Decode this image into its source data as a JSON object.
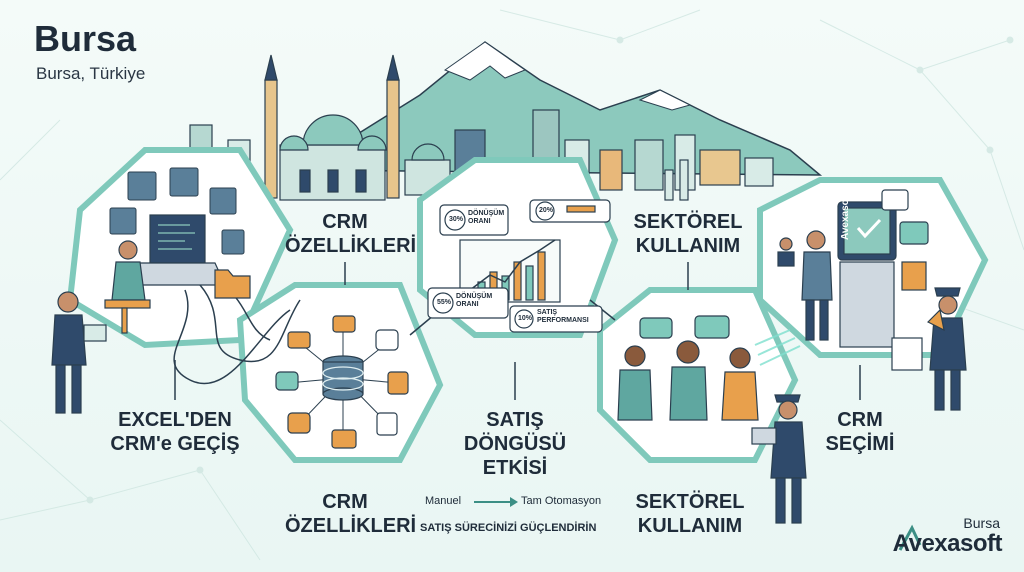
{
  "header": {
    "title": "Bursa",
    "subtitle": "Bursa, Türkiye"
  },
  "sections": {
    "excel": "EXCEL'DEN\nCRM'e GEÇİŞ",
    "features_top": "CRM\nÖZELLİKLERİ",
    "sales": "SATIŞ\nDÖNGÜSÜ\nETKİSİ",
    "sector_top": "SEKTÖREL\nKULLANIM",
    "selection": "CRM\nSEÇİMİ",
    "features_bottom": "CRM\nÖZELLİKLERİ",
    "sector_bottom": "SEKTÖREL\nKULLANIM"
  },
  "automation": {
    "from": "Manuel",
    "to": "Tam Otomasyon",
    "tagline": "SATIŞ SÜRECİNİZİ GÜÇLENDİRİN"
  },
  "dashboard": {
    "badge1_value": "30%",
    "badge1_label": "DÖNÜŞÜM ORANI",
    "badge2_value": "20%",
    "badge3_value": "55%",
    "badge3_label": "DÖNÜŞÜM ORANI",
    "badge4_value": "10%",
    "badge4_label": "SATIŞ PERFORMANSI"
  },
  "kiosk": {
    "screen_text": "Avexasoft"
  },
  "brand": {
    "city": "Bursa",
    "name": "Avexasoft"
  },
  "colors": {
    "teal": "#7fc9bb",
    "teal_dark": "#3c8f85",
    "navy": "#2f4a6b",
    "orange": "#e8a04c",
    "background": "#eef8f5"
  }
}
